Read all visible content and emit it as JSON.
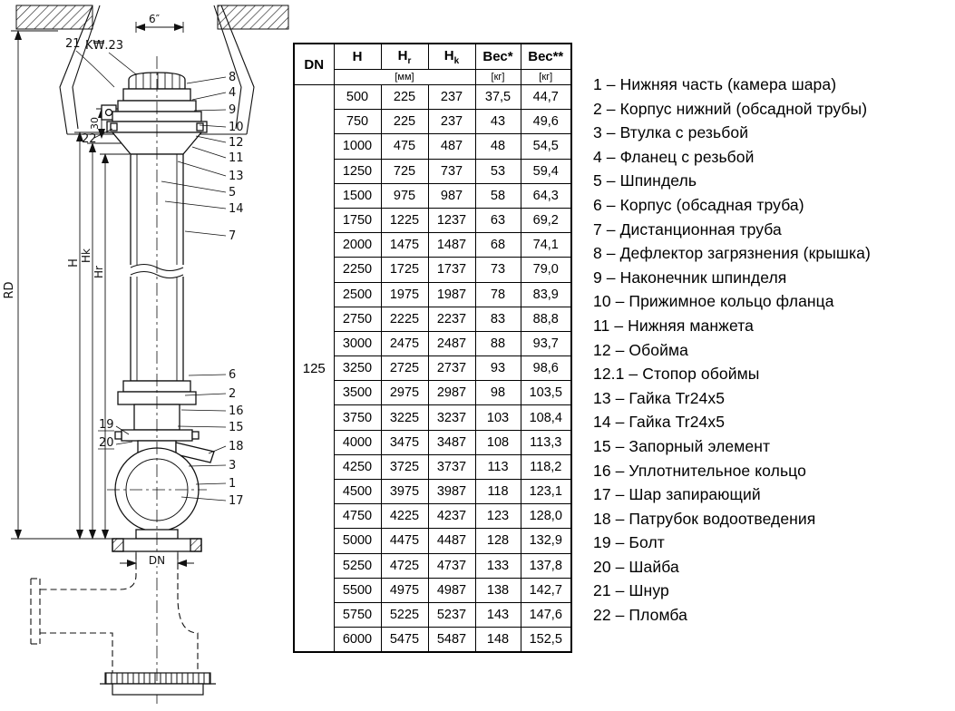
{
  "diagram": {
    "labels": {
      "dim_6in": "6″",
      "c21": "21",
      "kw23": "K₩.23",
      "c30": "30",
      "c22": "22",
      "c8": "8",
      "c4": "4",
      "c9": "9",
      "c10": "10",
      "c12": "12",
      "c11": "11",
      "c13": "13",
      "c5": "5",
      "c14": "14",
      "c7": "7",
      "H": "H",
      "Hk": "Hk",
      "Hr": "Hr",
      "RD": "RD",
      "c6": "6",
      "c2": "2",
      "c16": "16",
      "c15": "15",
      "c18": "18",
      "c3": "3",
      "c1": "1",
      "c17": "17",
      "c19": "19",
      "c20": "20",
      "DN": "DN"
    }
  },
  "table": {
    "headers": [
      {
        "text": "DN",
        "sub": ""
      },
      {
        "text": "H",
        "sub": ""
      },
      {
        "text": "H",
        "sub": "r"
      },
      {
        "text": "H",
        "sub": "k"
      },
      {
        "text": "Вес*",
        "sub": ""
      },
      {
        "text": "Вес**",
        "sub": ""
      }
    ],
    "units": {
      "mm": "[мм]",
      "kg": "[кг]"
    },
    "dn": "125",
    "rows": [
      [
        "500",
        "225",
        "237",
        "37,5",
        "44,7"
      ],
      [
        "750",
        "225",
        "237",
        "43",
        "49,6"
      ],
      [
        "1000",
        "475",
        "487",
        "48",
        "54,5"
      ],
      [
        "1250",
        "725",
        "737",
        "53",
        "59,4"
      ],
      [
        "1500",
        "975",
        "987",
        "58",
        "64,3"
      ],
      [
        "1750",
        "1225",
        "1237",
        "63",
        "69,2"
      ],
      [
        "2000",
        "1475",
        "1487",
        "68",
        "74,1"
      ],
      [
        "2250",
        "1725",
        "1737",
        "73",
        "79,0"
      ],
      [
        "2500",
        "1975",
        "1987",
        "78",
        "83,9"
      ],
      [
        "2750",
        "2225",
        "2237",
        "83",
        "88,8"
      ],
      [
        "3000",
        "2475",
        "2487",
        "88",
        "93,7"
      ],
      [
        "3250",
        "2725",
        "2737",
        "93",
        "98,6"
      ],
      [
        "3500",
        "2975",
        "2987",
        "98",
        "103,5"
      ],
      [
        "3750",
        "3225",
        "3237",
        "103",
        "108,4"
      ],
      [
        "4000",
        "3475",
        "3487",
        "108",
        "113,3"
      ],
      [
        "4250",
        "3725",
        "3737",
        "113",
        "118,2"
      ],
      [
        "4500",
        "3975",
        "3987",
        "118",
        "123,1"
      ],
      [
        "4750",
        "4225",
        "4237",
        "123",
        "128,0"
      ],
      [
        "5000",
        "4475",
        "4487",
        "128",
        "132,9"
      ],
      [
        "5250",
        "4725",
        "4737",
        "133",
        "137,8"
      ],
      [
        "5500",
        "4975",
        "4987",
        "138",
        "142,7"
      ],
      [
        "5750",
        "5225",
        "5237",
        "143",
        "147,6"
      ],
      [
        "6000",
        "5475",
        "5487",
        "148",
        "152,5"
      ]
    ]
  },
  "legend": {
    "items": [
      "1 – Нижняя часть (камера шара)",
      "2 – Корпус нижний (обсадной трубы)",
      "3 – Втулка с резьбой",
      "4 – Фланец с резьбой",
      "5 – Шпиндель",
      "6 – Корпус (обсадная труба)",
      "7 – Дистанционная труба",
      "8 – Дефлектор загрязнения (крышка)",
      "9 – Наконечник шпинделя",
      "10 – Прижимное кольцо фланца",
      "11 – Нижняя манжета",
      "12 – Обойма",
      "12.1 – Стопор обоймы",
      "13 – Гайка Tr24x5",
      "14 – Гайка Tr24x5",
      "15 – Запорный элемент",
      "16 – Уплотнительное кольцо",
      "17 – Шар запирающий",
      "18 – Патрубок водоотведения",
      "19 – Болт",
      "20 – Шайба",
      "21 – Шнур",
      "22 – Пломба"
    ]
  }
}
